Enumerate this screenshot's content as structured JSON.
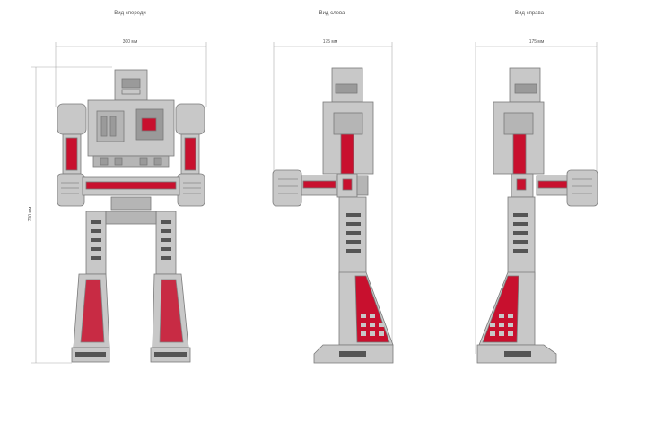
{
  "views": {
    "front": {
      "title": "Вид спереди",
      "width_label": "300 мм",
      "height_label": "700 мм"
    },
    "left": {
      "title": "Вид слева",
      "width_label": "175 мм"
    },
    "right": {
      "title": "Вид справа",
      "width_label": "175 мм"
    }
  },
  "colors": {
    "body": "#c8c8c8",
    "body_dark": "#9a9a9a",
    "accent": "#c8102e",
    "outline": "#7a7a7a",
    "line": "#999999"
  },
  "icons": [
    "robot-front-view",
    "robot-left-view",
    "robot-right-view"
  ]
}
